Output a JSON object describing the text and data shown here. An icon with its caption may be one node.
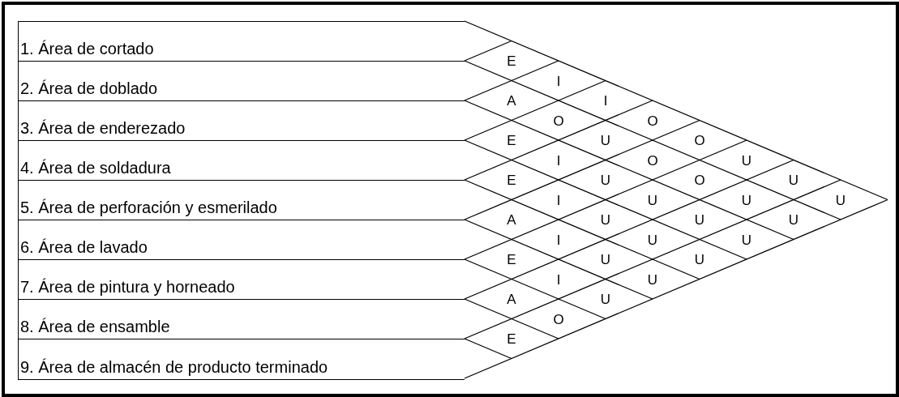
{
  "diagram": {
    "nodes": [
      {
        "text": [
          "1. Área de cortado"
        ]
      },
      {
        "text": [
          "2. Área de doblado"
        ]
      },
      {
        "text": [
          "3. Área de enderezado"
        ]
      },
      {
        "text": [
          "4. Área de soldadura"
        ]
      },
      {
        "text": [
          "5. Área de perforación y esmerilado"
        ]
      },
      {
        "text": [
          "6. Área de lavado"
        ]
      },
      {
        "text": [
          "7. Área de pintura y horneado"
        ]
      },
      {
        "text": [
          "8. Área de ensamble"
        ]
      },
      {
        "text": [
          "9. Área de almacén de producto terminado"
        ]
      }
    ],
    "labels": [
      "E",
      "I",
      "I",
      "O",
      "O",
      "U",
      "U",
      "U",
      "A",
      "O",
      "U",
      "O",
      "O",
      "U",
      "U",
      "E",
      "I",
      "U",
      "U",
      "U",
      "U",
      "E",
      "I",
      "U",
      "U",
      "U",
      "A",
      "I",
      "U",
      "U",
      "E",
      "I",
      "U",
      "A",
      "O",
      "E"
    ]
  }
}
